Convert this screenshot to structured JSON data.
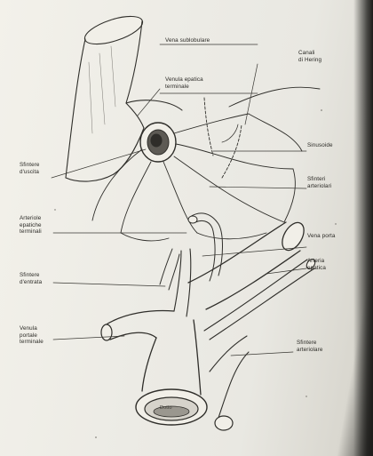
{
  "labels": {
    "vena_sublobulare": "Vena sublobulare",
    "venula_epatica_terminale": "Venula epatica\nterminale",
    "canali_di_hering": "Canali\ndi Hering",
    "sfintere_d_uscita": "Sfintere\nd'uscita",
    "sinusoide": "Sinusoide",
    "sfinteri_arteriolari": "Sfinteri\narteriolari",
    "arteriole_epatiche_terminali": "Arteriole\nepatiche\nterminali",
    "vena_porta": "Vena porta",
    "arteria_epatica": "Arteria\nepatica",
    "sfintere_d_entrata": "Sfintere\nd'entrata",
    "venula_portale_terminale": "Venula\nportale\nterminale",
    "sfintere_arteriolare": "Sfintere\narteriolare",
    "lumen_label": "Dotto"
  },
  "colors": {
    "paper": "#eceae3",
    "ink": "#2a2925"
  }
}
